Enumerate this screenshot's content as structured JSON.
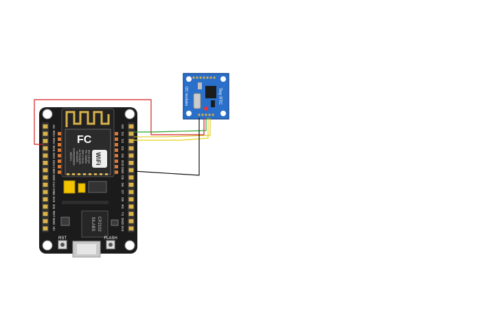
{
  "nodemcu": {
    "brand_logo": "FC",
    "wifi_logo": "WiFi",
    "module_text": [
      "MODEL",
      "ESP8266MOD",
      "VENDOR",
      "AI-THINKER",
      "ISM 2.4GHz",
      "PA +25dBm",
      "802.11b/g/n"
    ],
    "usb_chip_text": [
      "SILABS",
      "CP2102"
    ],
    "rst_label": "RST",
    "flash_label": "FLASH",
    "left_pins": [
      "A0",
      "RSV",
      "RSV",
      "SD3",
      "SD2",
      "SD1",
      "CMD",
      "SD0",
      "CLK",
      "GND",
      "3V3",
      "EN",
      "RST",
      "GND",
      "Vin"
    ],
    "right_pins": [
      "D0",
      "D1",
      "D2",
      "D3",
      "D4",
      "3V3",
      "GND",
      "D5",
      "D6",
      "D7",
      "D8",
      "RX",
      "TX",
      "GND",
      "3V3"
    ]
  },
  "rtc": {
    "title": "Tiny RTC",
    "subtitle": "I2C modules"
  },
  "colors": {
    "board": "#1b1b1b",
    "rtc_board": "#2a6fc9",
    "wire_red": "#d21f1f",
    "wire_green": "#2aa02a",
    "wire_yellow": "#e6d21a",
    "wire_black": "#111111",
    "pin_gold": "#d8b24a",
    "led_yellow": "#f2c400"
  },
  "icons": [
    "wifi-icon",
    "fcc-logo-icon",
    "usb-port-icon"
  ]
}
